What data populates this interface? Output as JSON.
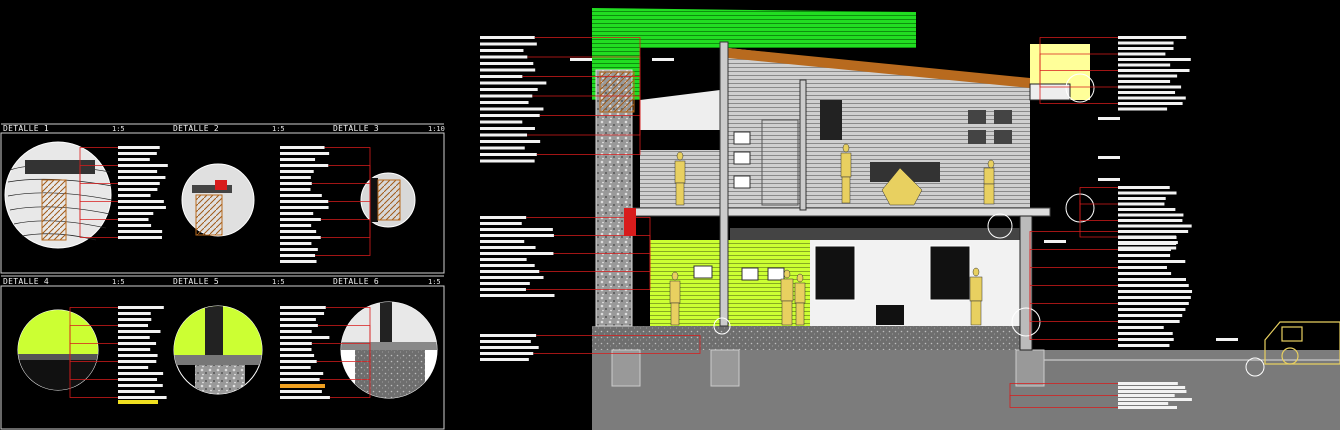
{
  "details": [
    {
      "title": "DETALLE 1",
      "scale": "1:5"
    },
    {
      "title": "DETALLE 2",
      "scale": "1:5"
    },
    {
      "title": "DETALLE 3",
      "scale": "1:10"
    },
    {
      "title": "DETALLE 4",
      "scale": "1:5"
    },
    {
      "title": "DETALLE 5",
      "scale": "1:5"
    },
    {
      "title": "DETALLE 6",
      "scale": "1:5"
    }
  ],
  "colors": {
    "background": "#000000",
    "leader": "#d81c1c",
    "text_bar": "#f2f2f2",
    "timber": "#b86a1e",
    "facade_green": "#ccff33",
    "roof_green": "#22dd22",
    "figures": "#e8d060",
    "ground": "#7a7a7a",
    "frame": "#cfcfcf"
  }
}
